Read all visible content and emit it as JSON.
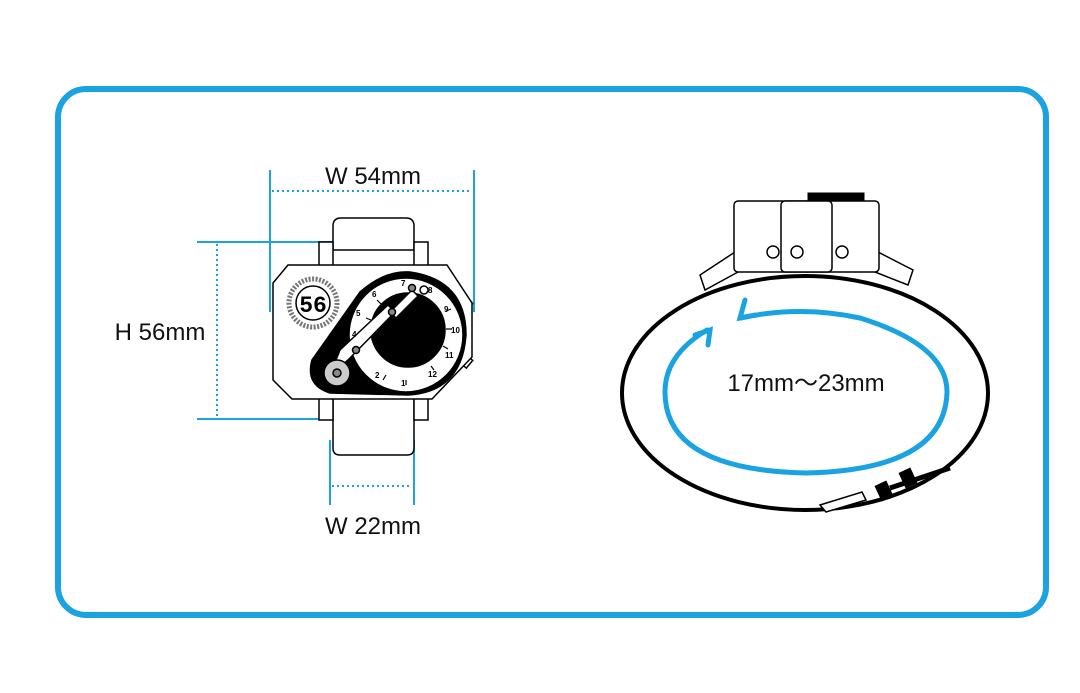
{
  "colors": {
    "accent": "#1aa3e0",
    "ink": "#000000"
  },
  "watch_front": {
    "case_width_label": "W 54mm",
    "case_height_label": "H 56mm",
    "strap_width_label": "W 22mm",
    "digital_display": "56",
    "dial_numbers": [
      "1",
      "2",
      "4",
      "5",
      "6",
      "7",
      "8",
      "9",
      "10",
      "11",
      "12"
    ]
  },
  "bracelet_side": {
    "size_range_label": "17mm〜23mm"
  }
}
